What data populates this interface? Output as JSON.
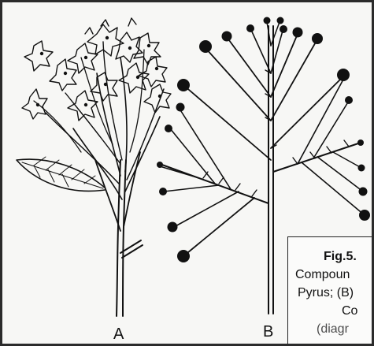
{
  "figure": {
    "part_a_label": "A",
    "part_b_label": "B"
  },
  "caption": {
    "line1": "Fig.5.",
    "line2": "Compoun",
    "line3": "Pyrus; (B)",
    "line4": "Co",
    "line5": "(diagr"
  },
  "colors": {
    "ink": "#111111",
    "paper": "#f7f7f5",
    "frame": "#2b2b2b"
  }
}
